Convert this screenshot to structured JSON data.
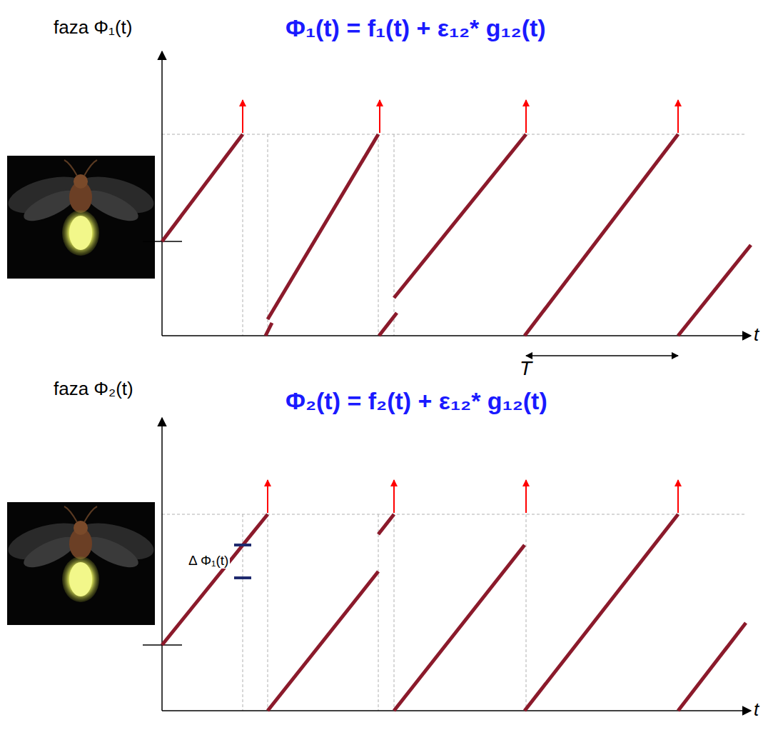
{
  "diagram": {
    "labels": [
      "faza Φ₁(t)",
      "Φ₁(t) = f₁(t) + ε₁₂* g₁₂(t)",
      "t",
      "T",
      "faza Φ₂(t)",
      "Φ₂(t) = f₂(t) + ε₁₂* g₁₂(t)",
      "Δ Φ₁(t)",
      "t"
    ]
  }
}
